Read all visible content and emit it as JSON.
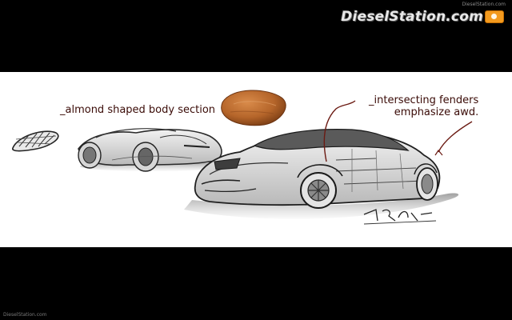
{
  "site": {
    "logo_text": "DieselStation.com",
    "top_credit": "DieselStation.com",
    "bottom_credit": "DieselStation.com"
  },
  "sketch": {
    "annotation_left": "_almond shaped body section",
    "annotation_right_line1": "_intersecting fenders",
    "annotation_right_line2": "emphasize awd."
  },
  "colors": {
    "background": "#000000",
    "sketch_paper": "#ffffff",
    "annotation_text": "#3a0b07",
    "leader_line": "#6b1a12",
    "almond": "#b5652a",
    "logo_badge": "#f39a1e"
  }
}
